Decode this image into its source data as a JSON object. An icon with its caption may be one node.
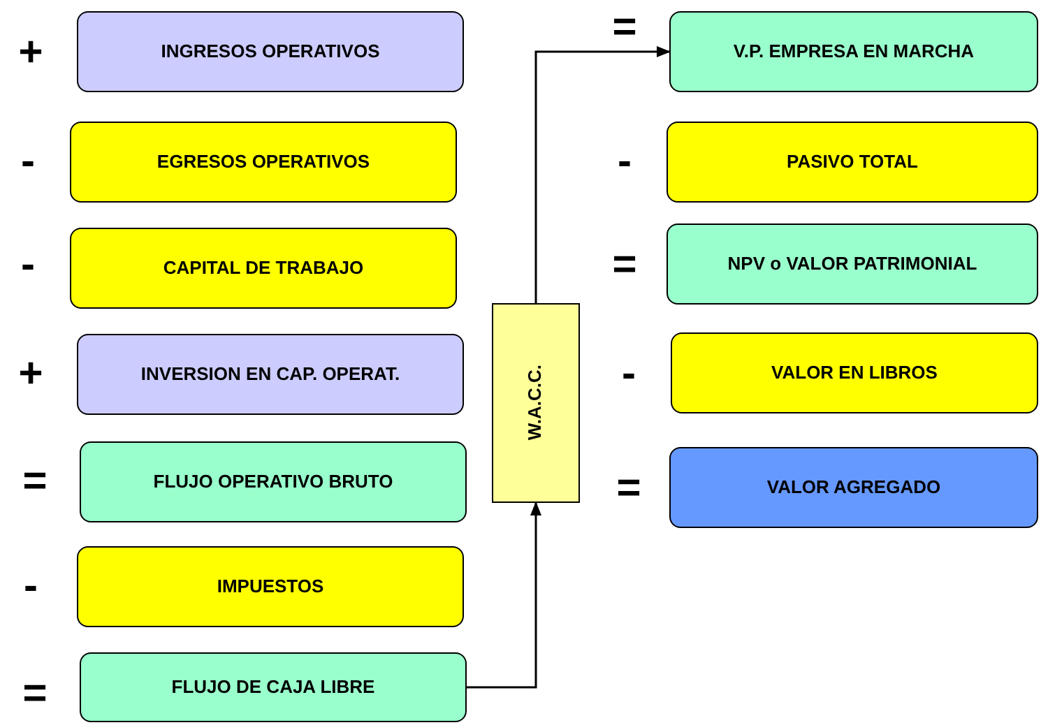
{
  "diagram": {
    "nodes": [
      {
        "text": [
          "INGRESOS OPERATIVOS"
        ]
      },
      {
        "text": [
          "EGRESOS OPERATIVOS"
        ]
      },
      {
        "text": [
          "CAPITAL DE TRABAJO"
        ]
      },
      {
        "text": [
          "INVERSION EN CAP. OPERAT."
        ]
      },
      {
        "text": [
          "FLUJO OPERATIVO BRUTO"
        ]
      },
      {
        "text": [
          "IMPUESTOS"
        ]
      },
      {
        "text": [
          "FLUJO DE CAJA LIBRE"
        ]
      },
      {
        "text": [
          "W.A.C.C."
        ]
      },
      {
        "text": [
          "V.P. EMPRESA EN MARCHA"
        ]
      },
      {
        "text": [
          "PASIVO TOTAL"
        ]
      },
      {
        "text": [
          "NPV o VALOR PATRIMONIAL"
        ]
      },
      {
        "text": [
          "VALOR EN LIBROS"
        ]
      },
      {
        "text": [
          "VALOR AGREGADO"
        ]
      }
    ],
    "edges": [
      {
        "from": 6,
        "to": 7,
        "arrow": "to"
      },
      {
        "from": 7,
        "to": 8,
        "arrow": "to"
      }
    ],
    "labels": [
      "+",
      "=",
      "-",
      "-",
      "-",
      "=",
      "+",
      "-",
      "=",
      "=",
      "-",
      "="
    ]
  }
}
